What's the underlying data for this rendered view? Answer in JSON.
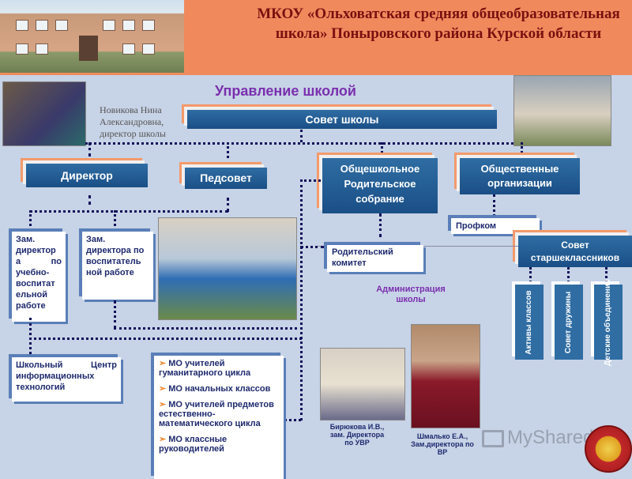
{
  "header": {
    "title": "МКОУ «Ольховатская средняя общеобразовательная школа» Поныровского района Курской области"
  },
  "management_title": "Управление школой",
  "director_caption": "Новикова Нина Александровна, директор школы",
  "boxes": {
    "council": "Совет школы",
    "director": "Директор",
    "pedsovet": "Педсовет",
    "parent_assembly_line1": "Общешкольное",
    "parent_assembly_line2": "Родительское собрание",
    "public_orgs": "Общественные организации",
    "profkom": "Профком",
    "senior_council": "Совет старшеклассников",
    "deputy_uvr": "Зам. директор а по учебно-воспитат ельной работе",
    "deputy_vr": "Зам. директора по воспитатель ной работе",
    "parent_committee": "Родительский комитет",
    "admin_label": "Администрация школы",
    "it_center": "Школьный Центр информационных технологий"
  },
  "vertical_boxes": [
    "Активы классов",
    "Совет дружины",
    "Детские объединения"
  ],
  "mo_items": [
    "МО учителей гуманитарного цикла",
    "МО начальных классов",
    "МО учителей предметов естественно-математического цикла",
    "МО классные руководителей"
  ],
  "captions": {
    "birukova": "Бирюкова И.В., зам. Директора по УВР",
    "shmalko": "Шмалько Е.А., Зам.директора по ВР"
  },
  "watermark": "MyShared",
  "colors": {
    "header_bg": "#f08a5d",
    "page_bg": "#c7d3e6",
    "box_blue": "#1f5a92",
    "title_red": "#7a1010",
    "accent_purple": "#7a2fae"
  }
}
